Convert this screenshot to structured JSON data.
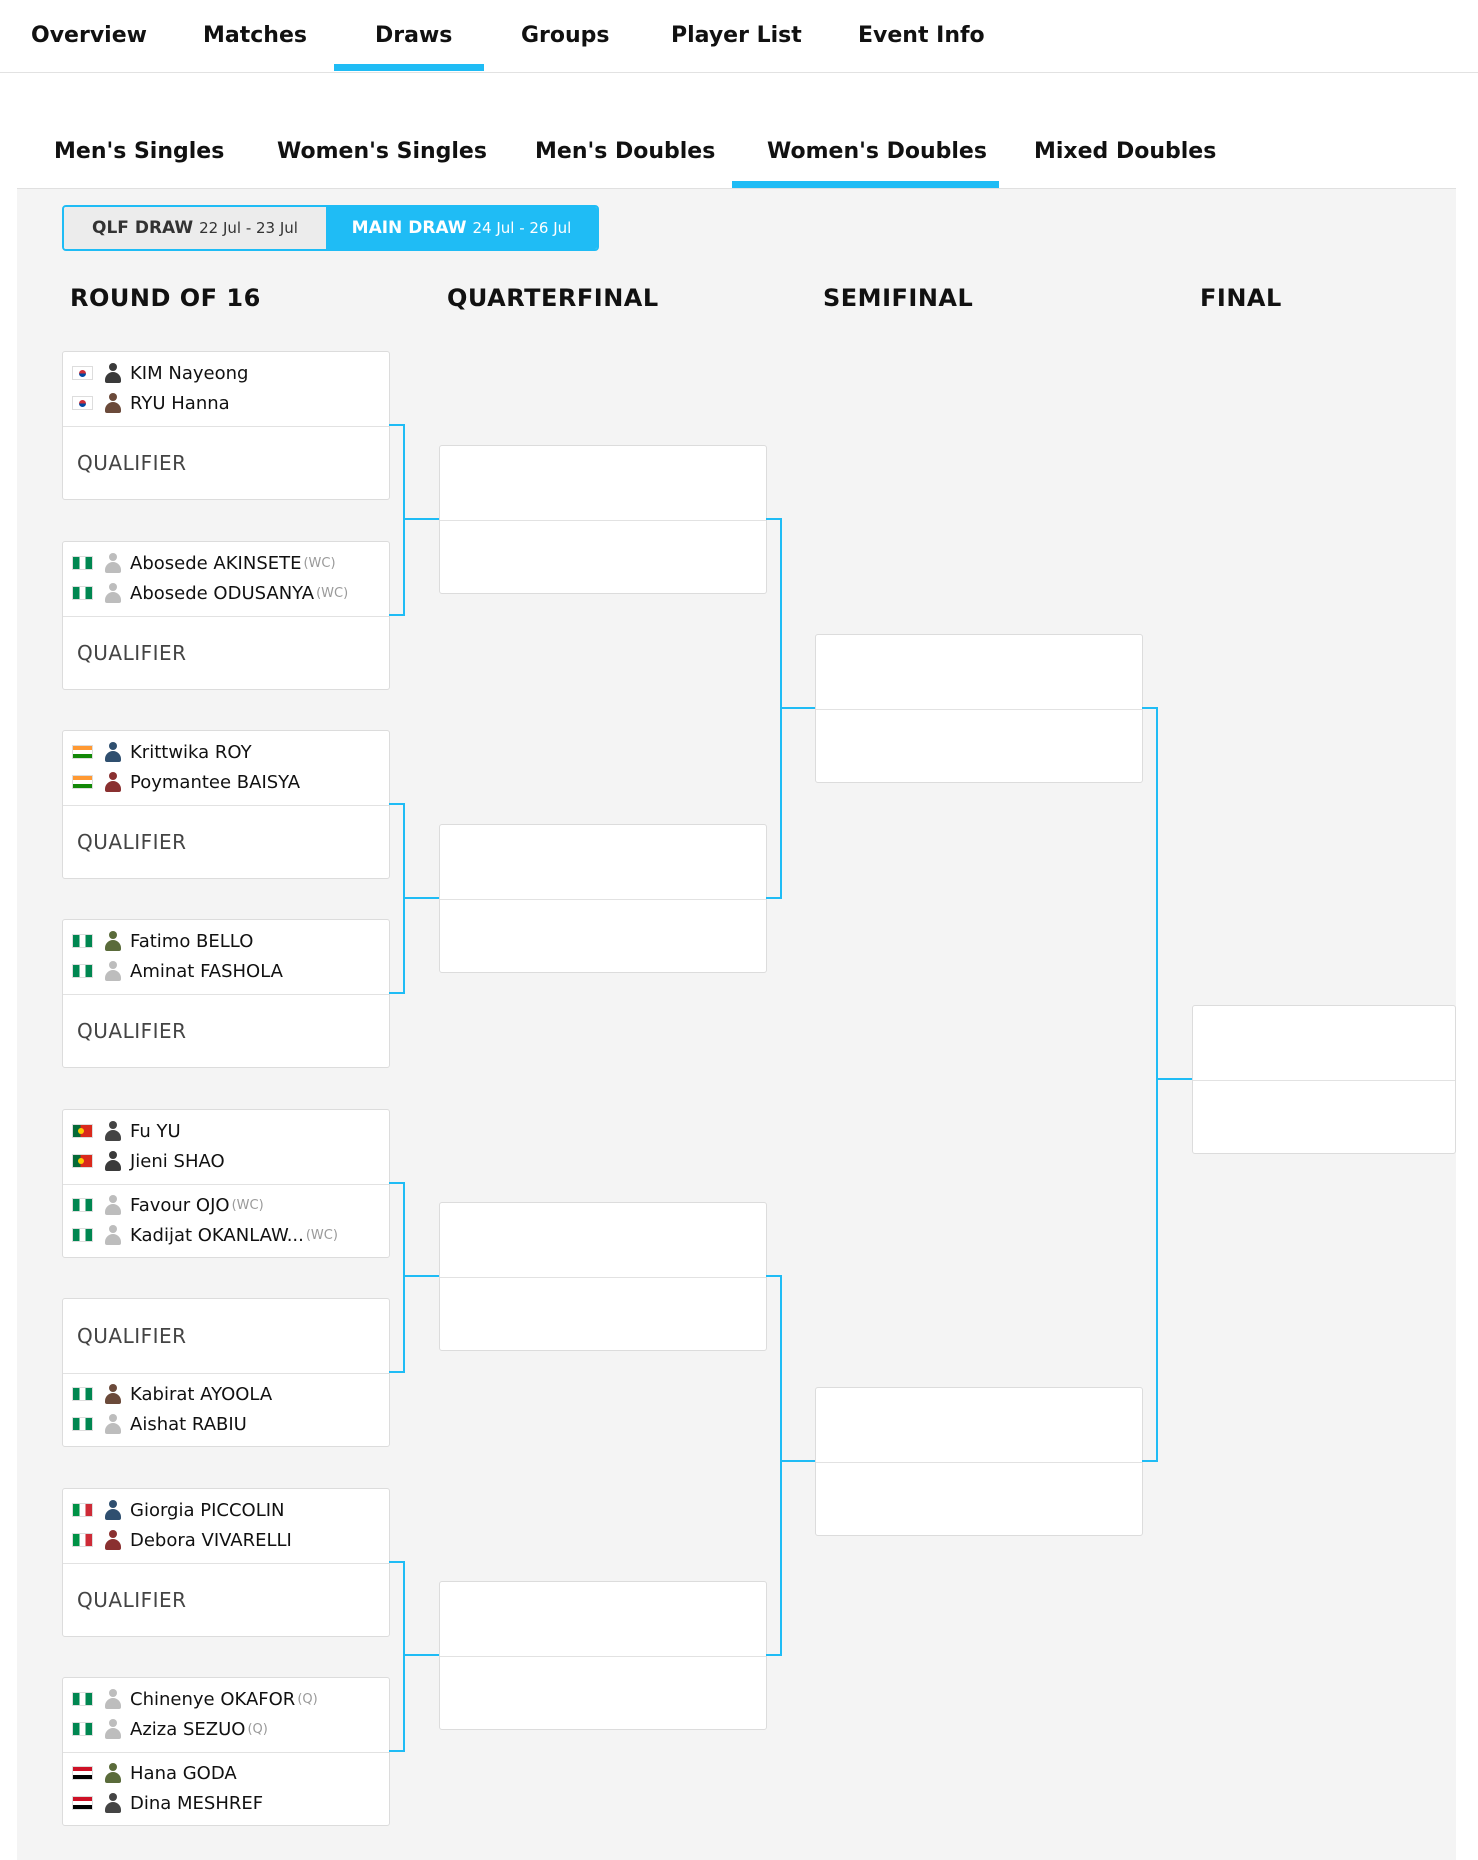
{
  "top_tabs": [
    "Overview",
    "Matches",
    "Draws",
    "Groups",
    "Player List",
    "Event Info"
  ],
  "active_top_tab": "Draws",
  "event_tabs": [
    "Men's Singles",
    "Women's Singles",
    "Men's Doubles",
    "Women's Doubles",
    "Mixed Doubles"
  ],
  "active_event_tab": "Women's Doubles",
  "draw_toggle": {
    "qlf_label": "QLF DRAW",
    "qlf_dates": "22 Jul - 23 Jul",
    "main_label": "MAIN DRAW",
    "main_dates": "24 Jul - 26 Jul",
    "active": "MAIN DRAW"
  },
  "rounds": [
    "ROUND OF 16",
    "QUARTERFINAL",
    "SEMIFINAL",
    "FINAL"
  ],
  "round_of_16": [
    {
      "slot0": {
        "players": [
          {
            "name": "KIM Nayeong",
            "seed": "",
            "flag": "flag-kr"
          },
          {
            "name": "RYU Hanna",
            "seed": "",
            "flag": "flag-kr"
          }
        ]
      },
      "slot1": {
        "qualifier": "QUALIFIER"
      }
    },
    {
      "slot0": {
        "players": [
          {
            "name": "Abosede AKINSETE",
            "seed": "(WC)",
            "flag": "flag-ng"
          },
          {
            "name": "Abosede ODUSANYA",
            "seed": "(WC)",
            "flag": "flag-ng"
          }
        ]
      },
      "slot1": {
        "qualifier": "QUALIFIER"
      }
    },
    {
      "slot0": {
        "players": [
          {
            "name": "Krittwika ROY",
            "seed": "",
            "flag": "flag-in"
          },
          {
            "name": "Poymantee BAISYA",
            "seed": "",
            "flag": "flag-in"
          }
        ]
      },
      "slot1": {
        "qualifier": "QUALIFIER"
      }
    },
    {
      "slot0": {
        "players": [
          {
            "name": "Fatimo BELLO",
            "seed": "",
            "flag": "flag-ng"
          },
          {
            "name": "Aminat FASHOLA",
            "seed": "",
            "flag": "flag-ng"
          }
        ]
      },
      "slot1": {
        "qualifier": "QUALIFIER"
      }
    },
    {
      "slot0": {
        "players": [
          {
            "name": "Fu YU",
            "seed": "",
            "flag": "flag-pt"
          },
          {
            "name": "Jieni SHAO",
            "seed": "",
            "flag": "flag-pt"
          }
        ]
      },
      "slot1": {
        "players": [
          {
            "name": "Favour OJO",
            "seed": "(WC)",
            "flag": "flag-ng"
          },
          {
            "name": "Kadijat OKANLAW...",
            "seed": "(WC)",
            "flag": "flag-ng"
          }
        ]
      }
    },
    {
      "slot0": {
        "qualifier": "QUALIFIER"
      },
      "slot1": {
        "players": [
          {
            "name": "Kabirat AYOOLA",
            "seed": "",
            "flag": "flag-ng"
          },
          {
            "name": "Aishat RABIU",
            "seed": "",
            "flag": "flag-ng"
          }
        ]
      }
    },
    {
      "slot0": {
        "players": [
          {
            "name": "Giorgia PICCOLIN",
            "seed": "",
            "flag": "flag-it"
          },
          {
            "name": "Debora VIVARELLI",
            "seed": "",
            "flag": "flag-it"
          }
        ]
      },
      "slot1": {
        "qualifier": "QUALIFIER"
      }
    },
    {
      "slot0": {
        "players": [
          {
            "name": "Chinenye OKAFOR",
            "seed": "(Q)",
            "flag": "flag-ng"
          },
          {
            "name": "Aziza SEZUO",
            "seed": "(Q)",
            "flag": "flag-ng"
          }
        ]
      },
      "slot1": {
        "players": [
          {
            "name": "Hana GODA",
            "seed": "",
            "flag": "flag-eg"
          },
          {
            "name": "Dina MESHREF",
            "seed": "",
            "flag": "flag-eg"
          }
        ]
      }
    }
  ],
  "colors": {
    "accent": "#1fbcf5",
    "panel_bg": "#f4f4f4",
    "card_border": "#dcdcdc"
  }
}
